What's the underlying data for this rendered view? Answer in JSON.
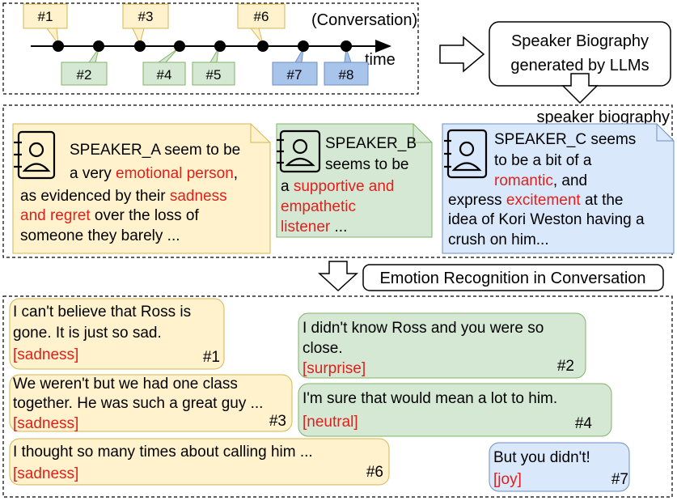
{
  "timeline": {
    "title": "(Conversation)",
    "axis_label": "time",
    "labels_above": [
      "#1",
      "#3",
      "#6"
    ],
    "labels_below": [
      "#2",
      "#4",
      "#5",
      "#7",
      "#8"
    ]
  },
  "llm_box": {
    "line1": "Speaker Biography",
    "line2": "generated by LLMs"
  },
  "bio_section_label": "speaker biography",
  "bios": [
    {
      "line1_a": "SPEAKER_A seem to be",
      "line2_a": "a very ",
      "line2_red": "emotional person",
      "line2_b": ",",
      "line3_a": "as evidenced by their ",
      "line3_red": "sadness",
      "line4_red": "and regret",
      "line4_b": " over the loss of",
      "line5": "someone they barely ..."
    },
    {
      "line1": "SPEAKER_B",
      "line2": "seems to be",
      "line3_a": "a ",
      "line3_red": "supportive and",
      "line4_red": "empathetic",
      "line5_red": "listener",
      "line5_b": " ..."
    },
    {
      "line1": "SPEAKER_C seems",
      "line2": "to be a bit of a",
      "line3_red": "romantic",
      "line3_b": ", and",
      "line4_a": "express ",
      "line4_red": "excitement",
      "line4_b": " at the",
      "line5": "idea of Kori Weston having a",
      "line6": "crush on him..."
    }
  ],
  "erc_label": "Emotion Recognition in Conversation",
  "utterances": [
    {
      "id": "#1",
      "lines": [
        "I can't believe that Ross is",
        "gone. It is just so sad."
      ],
      "emotion": "[sadness]",
      "speaker": "A"
    },
    {
      "id": "#2",
      "lines": [
        "I didn't know Ross and you were so",
        "close."
      ],
      "emotion": "[surprise]",
      "speaker": "B"
    },
    {
      "id": "#3",
      "lines": [
        "We weren't but we had one class",
        "together. He was such a great guy ..."
      ],
      "emotion": "[sadness]",
      "speaker": "A"
    },
    {
      "id": "#4",
      "lines": [
        "I'm sure that would mean a lot to him."
      ],
      "emotion": "[neutral]",
      "speaker": "B"
    },
    {
      "id": "#6",
      "lines": [
        "I thought so many times about calling him ..."
      ],
      "emotion": "[sadness]",
      "speaker": "A"
    },
    {
      "id": "#7",
      "lines": [
        "But you didn't!"
      ],
      "emotion": "[joy]",
      "speaker": "C"
    }
  ],
  "colors": {
    "speaker_a_fill": "#fff2cc",
    "speaker_a_stroke": "#d6b656",
    "speaker_b_fill": "#d5e8d4",
    "speaker_b_stroke": "#82b366",
    "speaker_c_fill": "#dae8fc",
    "speaker_c_stroke": "#6c8ebf",
    "speaker_c_node_fill": "#a9c4eb",
    "emotion_text": "#e0201c",
    "timeline_dot": "#000000"
  }
}
